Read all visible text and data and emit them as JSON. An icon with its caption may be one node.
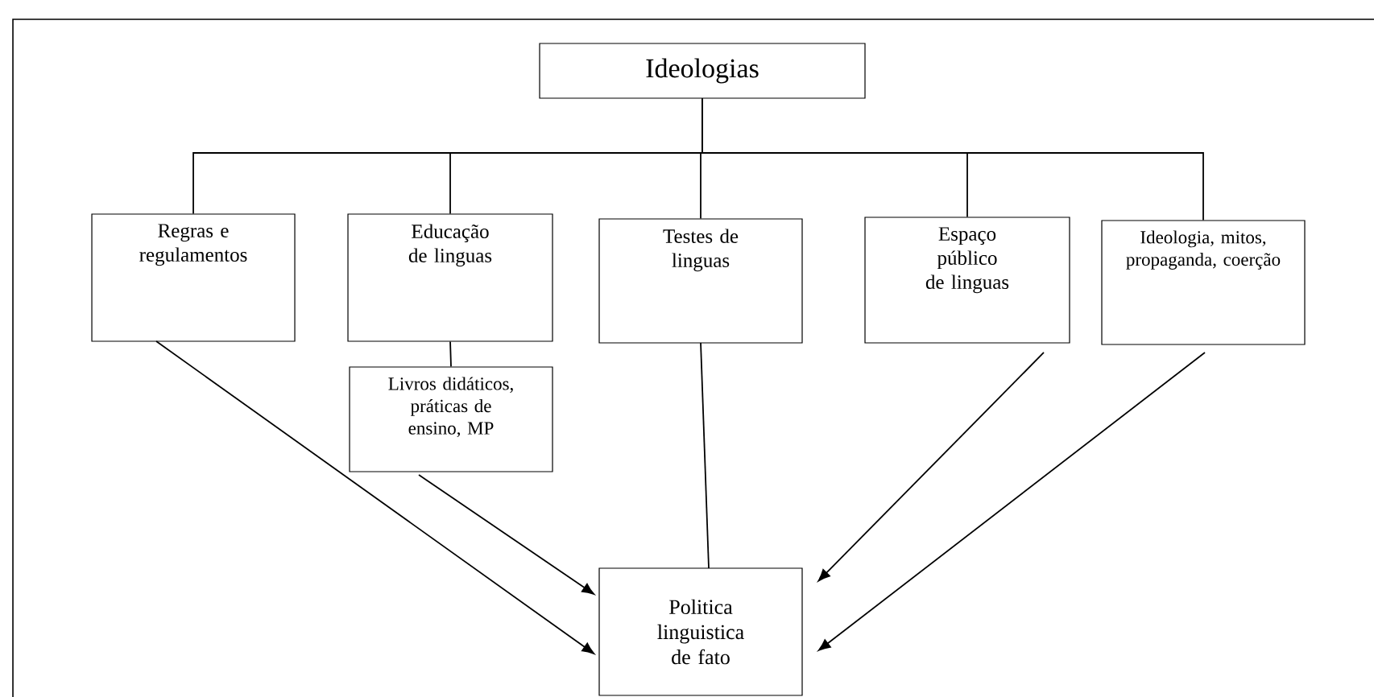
{
  "diagram": {
    "nodes": [
      {
        "text": [
          "Ideologias"
        ]
      },
      {
        "text": [
          "Regras e regulamentos"
        ]
      },
      {
        "text": [
          "Educação de linguas"
        ]
      },
      {
        "text": [
          "Testes de linguas"
        ]
      },
      {
        "text": [
          "Espaço público de linguas"
        ]
      },
      {
        "text": [
          "Ideologia, mitos, propaganda, coerção"
        ]
      },
      {
        "text": [
          "Livros didáticos, práticas de ensino, MP"
        ]
      },
      {
        "text": [
          "Politica linguistica de fato"
        ]
      }
    ],
    "edges": [
      {
        "from": 0,
        "to": 1,
        "arrow": "none"
      },
      {
        "from": 0,
        "to": 2,
        "arrow": "none"
      },
      {
        "from": 0,
        "to": 3,
        "arrow": "none"
      },
      {
        "from": 0,
        "to": 4,
        "arrow": "none"
      },
      {
        "from": 0,
        "to": 5,
        "arrow": "none"
      },
      {
        "from": 2,
        "to": 6,
        "arrow": "none"
      },
      {
        "from": 1,
        "to": 7,
        "arrow": "to"
      },
      {
        "from": 6,
        "to": 7,
        "arrow": "to"
      },
      {
        "from": 3,
        "to": 7,
        "arrow": "none"
      },
      {
        "from": 4,
        "to": 7,
        "arrow": "to"
      },
      {
        "from": 5,
        "to": 7,
        "arrow": "to"
      }
    ]
  }
}
